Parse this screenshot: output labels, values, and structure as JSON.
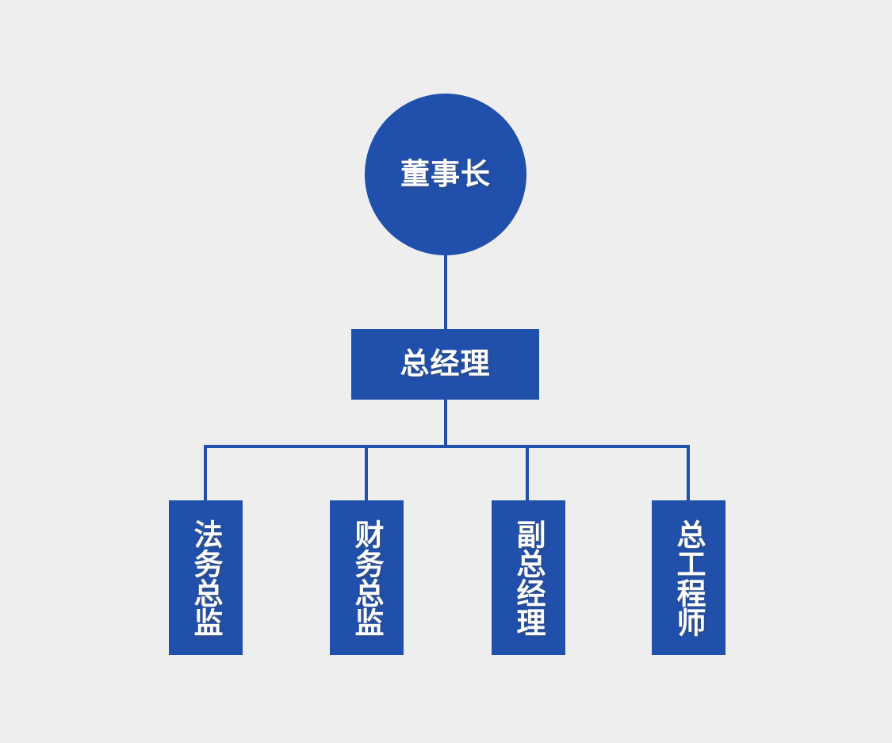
{
  "canvas": {
    "background_color": "#eeeeef",
    "node_color": "#2050ac",
    "connector_color": "#2050ac",
    "text_color": "#ffffff"
  },
  "org_chart": {
    "type": "organization-chart",
    "root": {
      "label": "董事长",
      "shape": "circle"
    },
    "level2": {
      "label": "总经理",
      "shape": "rectangle"
    },
    "level3": [
      {
        "label": "法务总监",
        "shape": "vertical-rectangle"
      },
      {
        "label": "财务总监",
        "shape": "vertical-rectangle"
      },
      {
        "label": "副总经理",
        "shape": "vertical-rectangle"
      },
      {
        "label": "总工程师",
        "shape": "vertical-rectangle"
      }
    ]
  }
}
